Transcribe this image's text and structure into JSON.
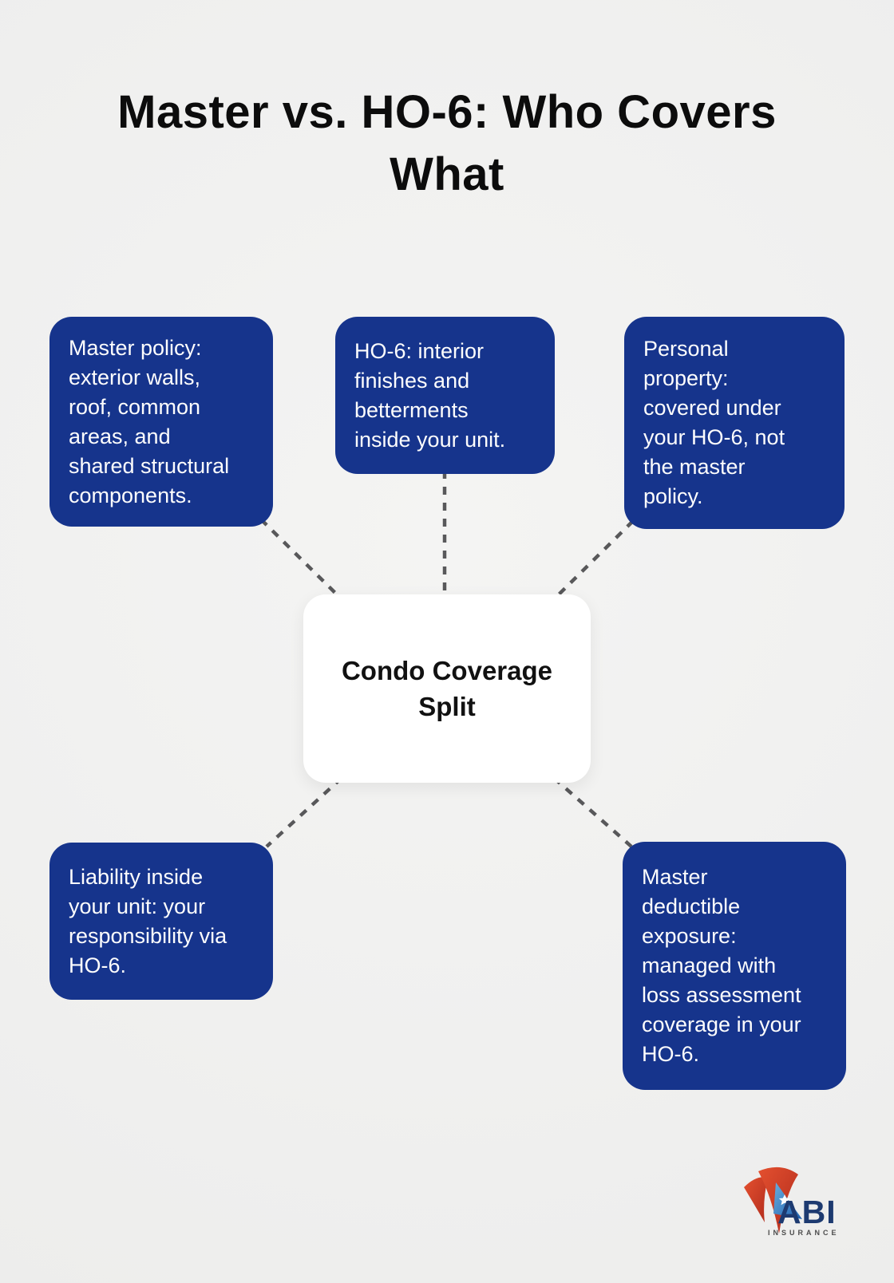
{
  "title": "Master vs. HO-6: Who Covers\nWhat",
  "center_node": {
    "label": "Condo Coverage\nSplit"
  },
  "nodes": [
    {
      "id": "master-policy",
      "text": "Master policy:\nexterior walls,\nroof, common\nareas, and\nshared structural\ncomponents."
    },
    {
      "id": "ho6-interior",
      "text": "HO-6: interior\nfinishes and\nbetterments\ninside your unit."
    },
    {
      "id": "personal-property",
      "text": "Personal\nproperty:\ncovered under\nyour HO-6, not\nthe master\npolicy."
    },
    {
      "id": "liability-inside-unit",
      "text": "Liability inside\nyour unit: your\nresponsibility via\nHO-6."
    },
    {
      "id": "master-deductible",
      "text": "Master\ndeductible\nexposure:\nmanaged with\nloss assessment\ncoverage in your\nHO-6."
    }
  ],
  "logo": {
    "brand": "ABI",
    "tagline": "INSURANCE"
  },
  "colors": {
    "background": "#f1f1f0",
    "node_fill": "#16348c",
    "node_text": "#fdfdfd",
    "connector": "#58585a",
    "title_text": "#0c0c0c",
    "center_fill": "#ffffff",
    "logo_navy": "#1d3a70",
    "logo_red": "#cf3b27",
    "logo_blue": "#2e6cb5"
  }
}
